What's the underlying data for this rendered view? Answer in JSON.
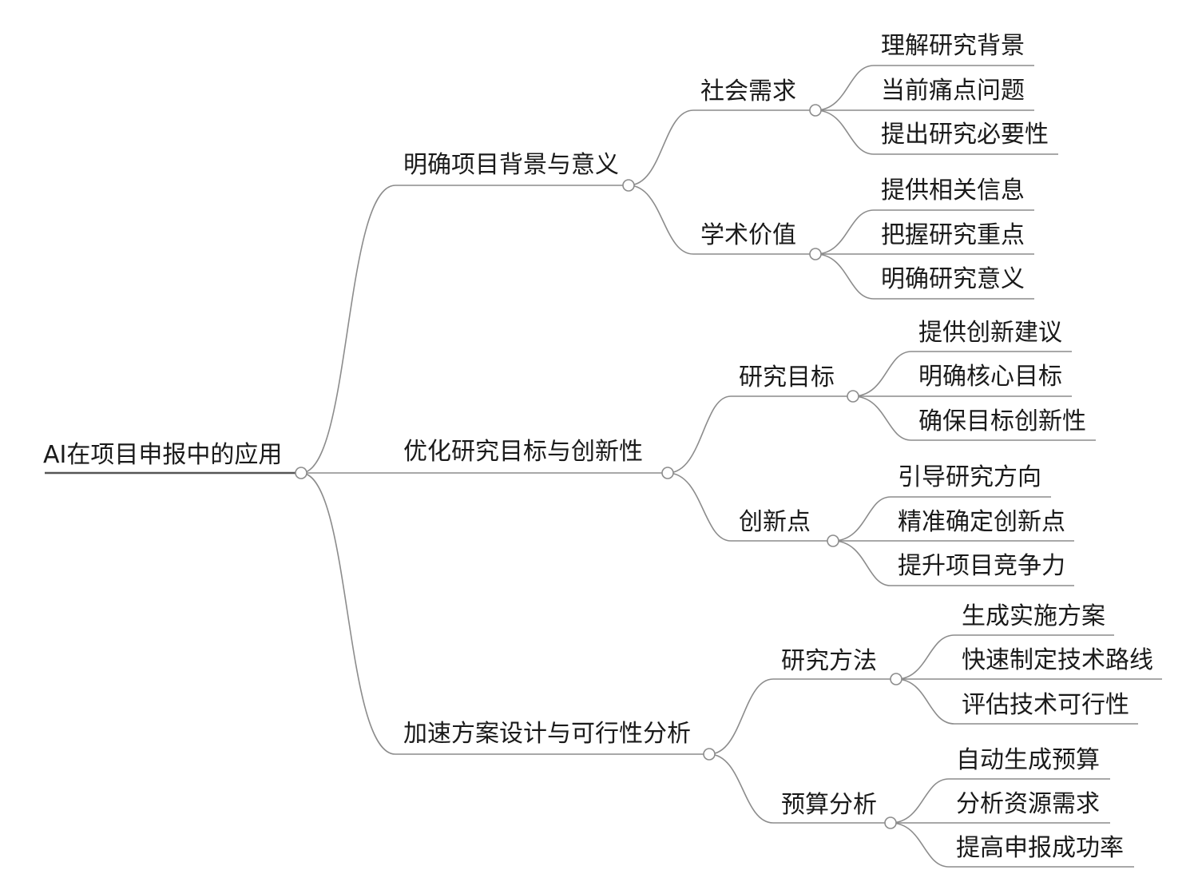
{
  "mindmap": {
    "root": "AI在项目申报中的应用",
    "branches": [
      {
        "label": "明确项目背景与意义",
        "children": [
          {
            "label": "社会需求",
            "leaves": [
              "理解研究背景",
              "当前痛点问题",
              "提出研究必要性"
            ]
          },
          {
            "label": "学术价值",
            "leaves": [
              "提供相关信息",
              "把握研究重点",
              "明确研究意义"
            ]
          }
        ]
      },
      {
        "label": "优化研究目标与创新性",
        "children": [
          {
            "label": "研究目标",
            "leaves": [
              "提供创新建议",
              "明确核心目标",
              "确保目标创新性"
            ]
          },
          {
            "label": "创新点",
            "leaves": [
              "引导研究方向",
              "精准确定创新点",
              "提升项目竞争力"
            ]
          }
        ]
      },
      {
        "label": "加速方案设计与可行性分析",
        "children": [
          {
            "label": "研究方法",
            "leaves": [
              "生成实施方案",
              "快速制定技术路线",
              "评估技术可行性"
            ]
          },
          {
            "label": "预算分析",
            "leaves": [
              "自动生成预算",
              "分析资源需求",
              "提高申报成功率"
            ]
          }
        ]
      }
    ]
  }
}
